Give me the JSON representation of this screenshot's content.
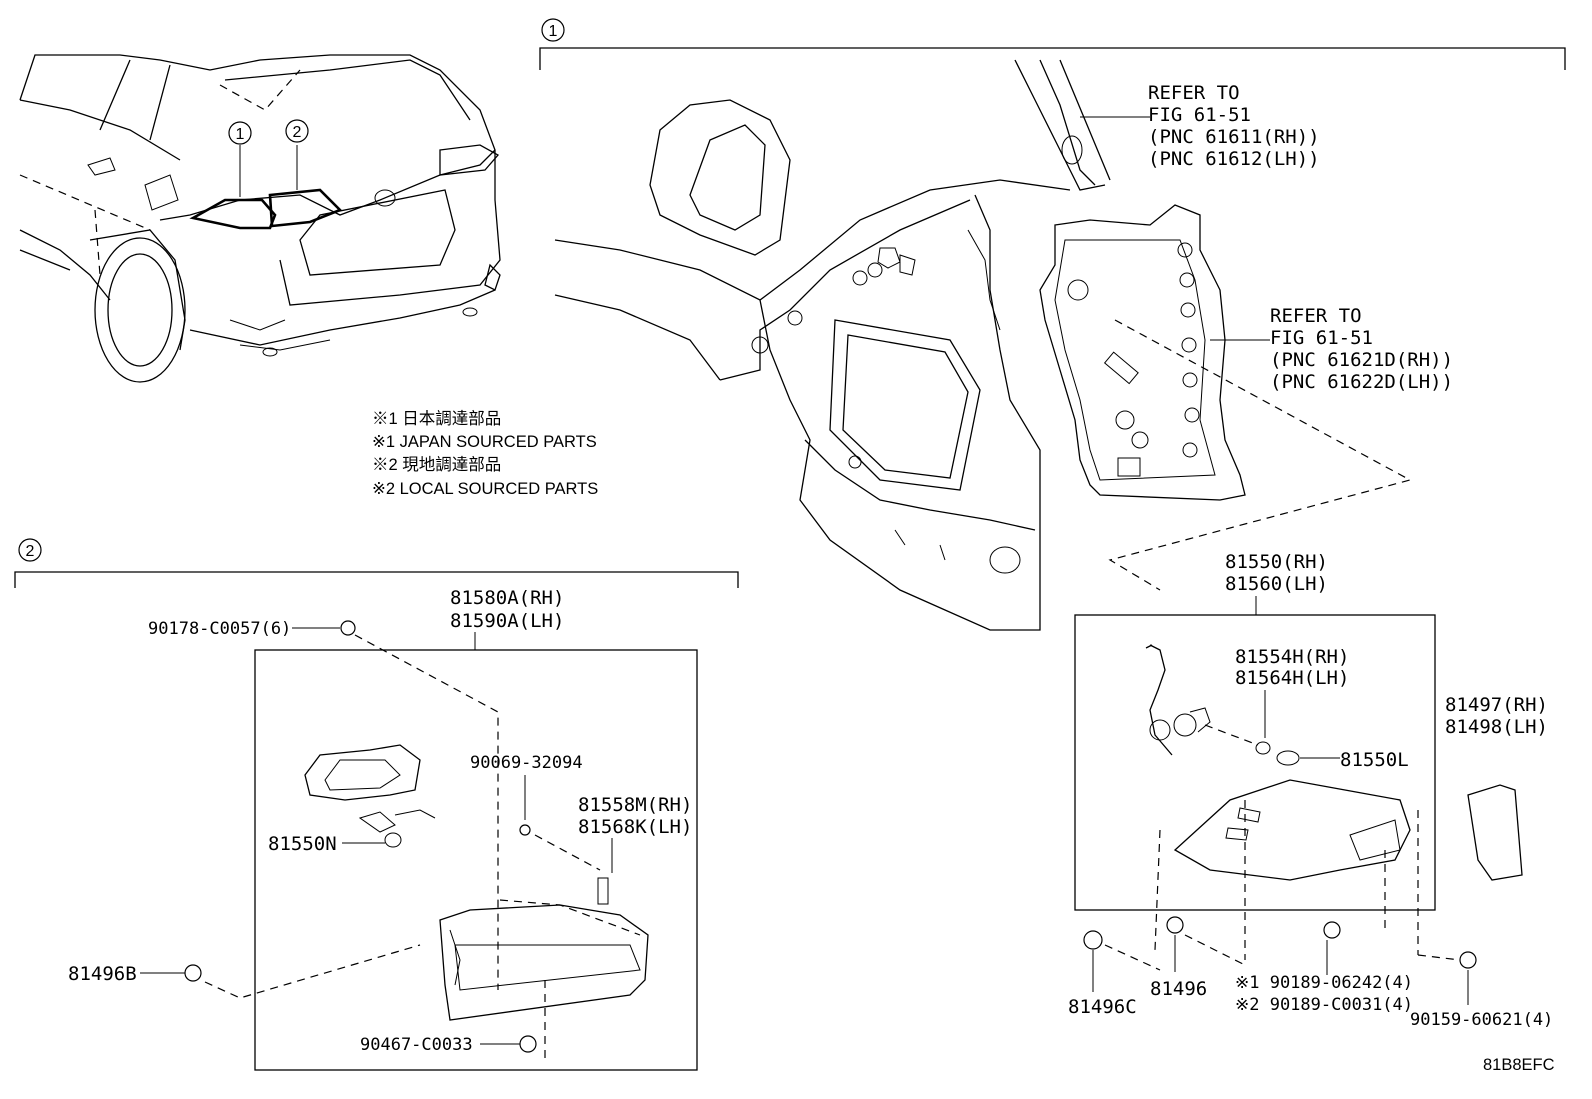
{
  "callouts": {
    "one": "1",
    "two": "2"
  },
  "notes": [
    "※1 日本調達部品",
    "※1 JAPAN SOURCED PARTS",
    "※2 現地調達部品",
    "※2 LOCAL SOURCED PARTS"
  ],
  "refer1": [
    "REFER TO",
    "FIG 61-51",
    "(PNC 61611(RH))",
    "(PNC 61612(LH))"
  ],
  "refer2": [
    "REFER TO",
    "FIG 61-51",
    "(PNC 61621D(RH))",
    "(PNC 61622D(LH))"
  ],
  "section2": {
    "assy": [
      "81580A(RH)",
      "81590A(LH)"
    ],
    "nut_top": "90178-C0057(6)",
    "screw": "90069-32094",
    "bracket": [
      "81558M(RH)",
      "81568K(LH)"
    ],
    "bulb": "81550N",
    "cushion": "81496B",
    "nut_bottom": "90467-C0033"
  },
  "section1": {
    "lamp": [
      "81550(RH)",
      "81560(LH)"
    ],
    "socket": [
      "81554H(RH)",
      "81564H(LH)"
    ],
    "bulb": "81550L",
    "cover": [
      "81497(RH)",
      "81498(LH)"
    ],
    "cushion_c": "81496C",
    "cushion": "81496",
    "bolt": [
      "※1 90189-06242(4)",
      "※2 90189-C0031(4)"
    ],
    "screw": "90159-60621(4)"
  },
  "figure_code": "81B8EFC"
}
